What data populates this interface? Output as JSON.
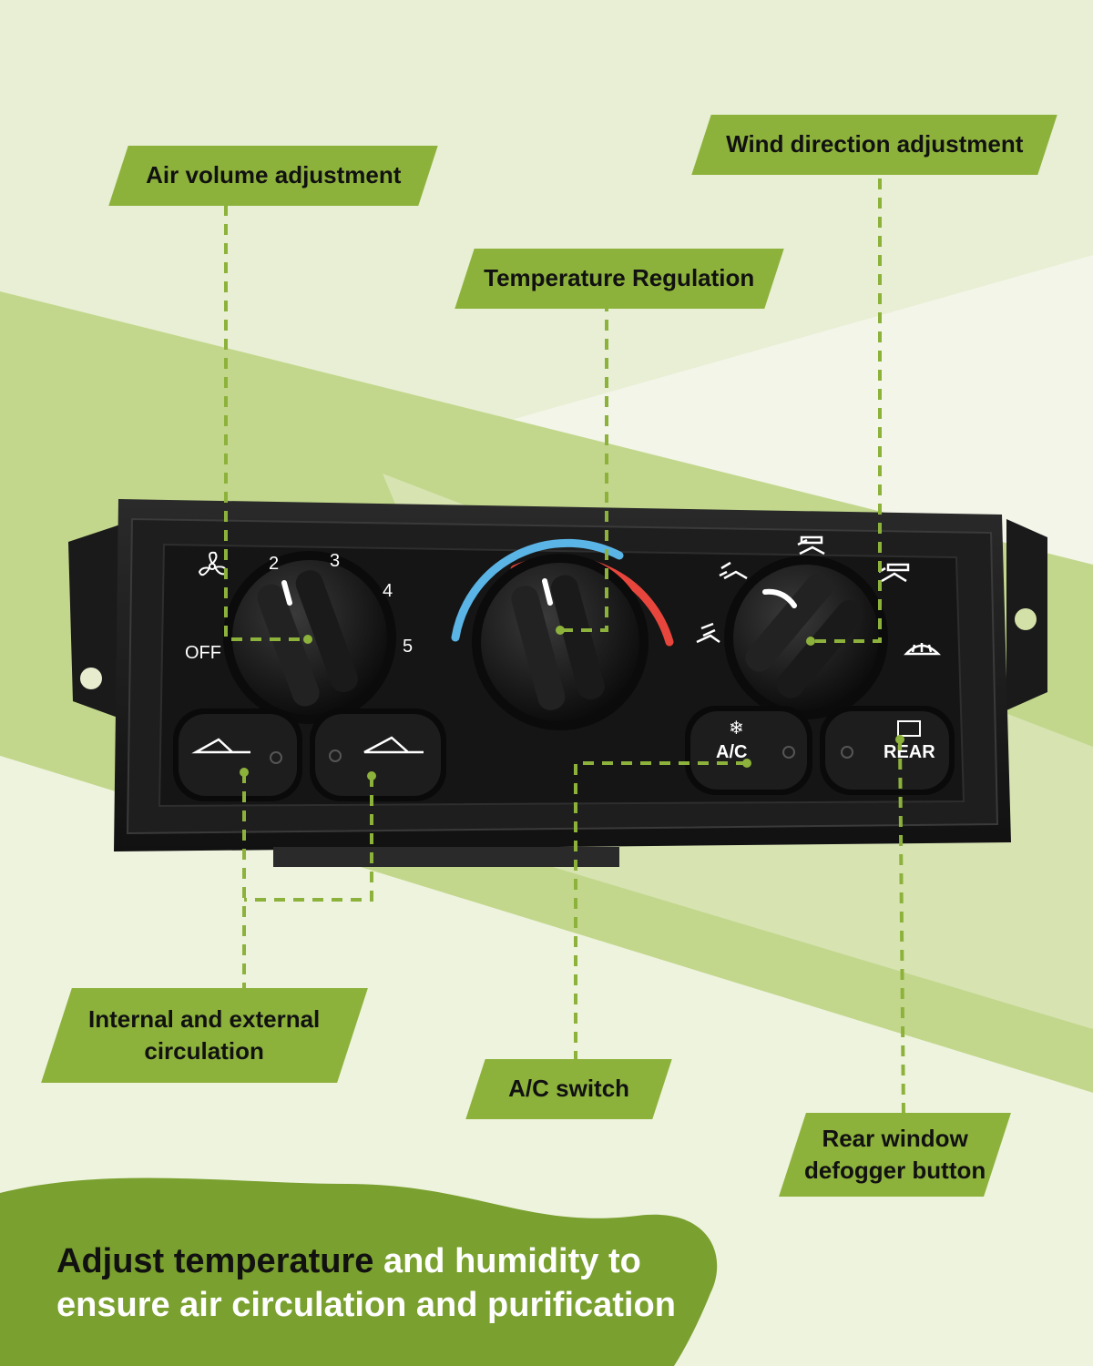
{
  "labels": {
    "air_volume": "Air volume adjustment",
    "wind_direction": "Wind direction adjustment",
    "temperature": "Temperature Regulation",
    "circulation": "Internal and external\ncirculation",
    "ac_switch": "A/C switch",
    "rear_defogger": "Rear window\ndefogger button"
  },
  "panel": {
    "fan_off": "OFF",
    "fan_speeds": [
      "2",
      "3",
      "4",
      "5"
    ],
    "ac_label": "A/C",
    "rear_label": "REAR"
  },
  "footer": {
    "line1_dark": "Adjust temperature",
    "line1_light": " and humidity to",
    "line2": "ensure air circulation and purification"
  },
  "colors": {
    "accent_green": "#8db23c",
    "dark_green": "#7aa02f",
    "cold": "#5ab4e6",
    "hot": "#e8463c"
  },
  "icons": [
    "fan-icon",
    "recirculate-icon",
    "fresh-air-icon",
    "snowflake-icon",
    "rear-defrost-icon",
    "vent-mode-icon",
    "bilevel-mode-icon",
    "floor-mode-icon",
    "floor-defrost-mode-icon",
    "windshield-defrost-icon"
  ]
}
